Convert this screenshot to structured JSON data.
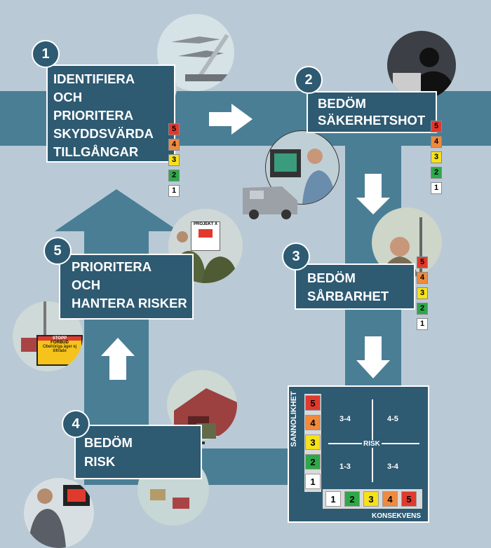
{
  "steps": [
    {
      "number": "1",
      "lines": [
        "IDENTIFIERA",
        "OCH",
        "PRIORITERA",
        "SKYDDSVÄRDA",
        "TILLGÅNGAR"
      ]
    },
    {
      "number": "2",
      "lines": [
        "BEDÖM",
        "SÄKERHETSHOT"
      ]
    },
    {
      "number": "3",
      "lines": [
        "BEDÖM",
        "SÅRBARHET"
      ]
    },
    {
      "number": "4",
      "lines": [
        "BEDÖM",
        "RISK"
      ]
    },
    {
      "number": "5",
      "lines": [
        "PRIORITERA",
        "OCH",
        "HANTERA RISKER"
      ]
    }
  ],
  "scale": [
    "5",
    "4",
    "3",
    "2",
    "1"
  ],
  "scale_colors": [
    "#e03a2f",
    "#f08a3c",
    "#f6e11c",
    "#2ea84a",
    "#ffffff"
  ],
  "matrix": {
    "y_axis": "SANNOLIKHET",
    "x_axis": "KONSEKVENS",
    "center": "RISK",
    "quadrants": [
      "3-4",
      "4-5",
      "1-3",
      "3-4"
    ],
    "y_values": [
      "5",
      "4",
      "3",
      "2",
      "1"
    ],
    "x_values": [
      "1",
      "2",
      "3",
      "4",
      "5"
    ]
  },
  "sign": {
    "title": "STOPP",
    "sub": "FÖRBUD",
    "line": "Obehöriga äger ej tillträde"
  },
  "board": {
    "title": "PROJEKT X"
  },
  "colors": {
    "panel": "#2e5a72",
    "track": "#4a7e95",
    "background": "#b9cad6"
  }
}
